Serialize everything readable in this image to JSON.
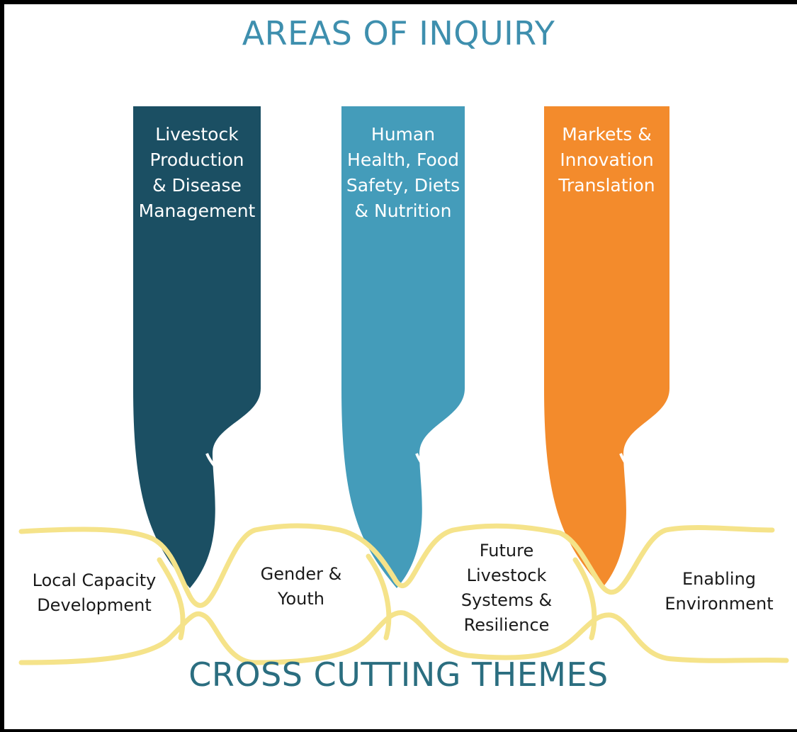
{
  "title_top": "AREAS OF INQUIRY",
  "title_bottom": "CROSS CUTTING THEMES",
  "areas": [
    {
      "lines": [
        "Livestock",
        "Production",
        "& Disease",
        "Management"
      ],
      "color": "#1b4f63"
    },
    {
      "lines": [
        "Human",
        "Health, Food",
        "Safety, Diets",
        "& Nutrition"
      ],
      "color": "#449cba"
    },
    {
      "lines": [
        "Markets &",
        "Innovation",
        "Translation"
      ],
      "color": "#f38b2c"
    }
  ],
  "themes": [
    {
      "lines": [
        "Local Capacity",
        "Development"
      ]
    },
    {
      "lines": [
        "Gender &",
        "Youth"
      ]
    },
    {
      "lines": [
        "Future",
        "Livestock",
        "Systems &",
        "Resilience"
      ]
    },
    {
      "lines": [
        "Enabling",
        "Environment"
      ]
    }
  ],
  "ribbon_color": "#f5e38a"
}
